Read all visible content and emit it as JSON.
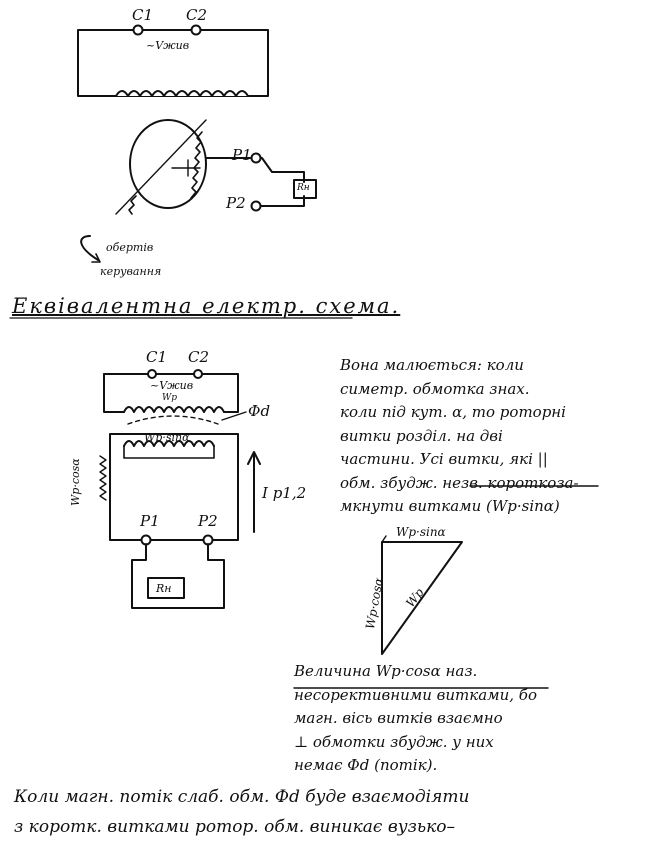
{
  "top_diagram": {
    "terminal_c1": "C1",
    "terminal_c2": "C2",
    "supply_label": "~Vжив",
    "brush_p1": "P1",
    "brush_p2": "P2",
    "load_label": "Rн",
    "rotation_label_1": "обертів",
    "rotation_label_2": "керування"
  },
  "heading": "Еквівалентна електр. схема.",
  "equiv_diagram": {
    "terminal_c1": "C1",
    "terminal_c2": "C2",
    "supply_label": "~Vжив",
    "winding_label": "Wp",
    "flux_label": "Фd",
    "sin_label": "Wp·sinα",
    "cos_label": "Wp·cosα",
    "current_label": "I p1,2",
    "brush_p1": "P1",
    "brush_p2": "P2",
    "load_label": "Rн"
  },
  "note_right": {
    "line1": "Вона малюється: коли",
    "line2": "симетр. обмотка знах.",
    "line3": "коли під кут. α, то роторні",
    "line4": "витки розділ. на дві",
    "line5": "частини. Усі витки, які ||",
    "line6": "обм. збудж. незв. короткоза-",
    "line7": "мкнути витками (Wp·sinα)"
  },
  "triangle": {
    "top_label": "Wp·sinα",
    "left_label": "Wp·cosα",
    "hyp_label": "Wp"
  },
  "note_lower": {
    "line1": "Величина Wp·cosα наз.",
    "line2": "несорективними витками, бо",
    "line3": "магн. вісь витків взаємно",
    "line4": "⊥ обмотки збудж. у них",
    "line5": "немає Фd (потік)."
  },
  "bottom_text": {
    "line1": "Коли магн. потік слаб. обм. Фd буде взаємодіяти",
    "line2": "з коротк. витками ротор. обм. виникає вузько–"
  }
}
